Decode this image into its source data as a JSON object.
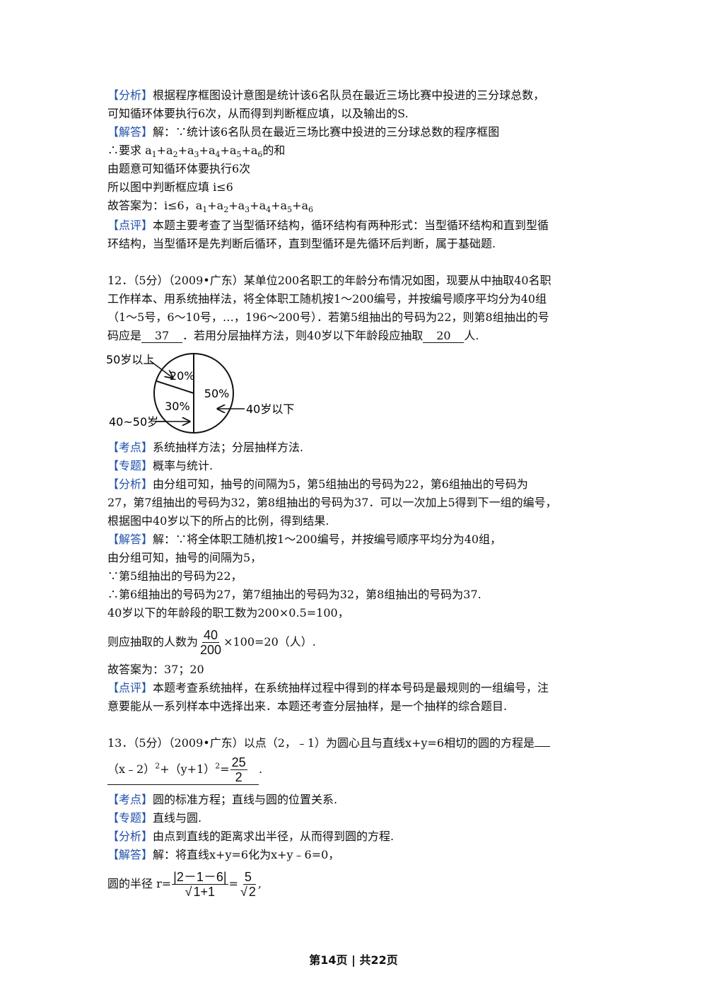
{
  "q11": {
    "analysis_tag": "【分析】",
    "analysis_1": "根据程序框图设计意图是统计该6名队员在最近三场比赛中投进的三分球总数，",
    "analysis_2": "可知循环体要执行6次，从而得到判断框应填，以及输出的S.",
    "solution_tag": "【解答】",
    "solution_1": "解：∵统计该6名队员在最近三场比赛中投进的三分球总数的程序框图",
    "solution_2_prefix": "∴要求",
    "solution_2_suffix": "的和",
    "solution_3": "由题意可知循环体要执行6次",
    "solution_4": "所以图中判断框应填 i≤6",
    "solution_5_prefix": "故答案为：i≤6，",
    "comment_tag": "【点评】",
    "comment_1": "本题主要考查了当型循环结构，循环结构有两种形式：当型循环结构和直到型循",
    "comment_2": "环结构，当型循环是先判断后循环，直到型循环是先循环后判断，属于基础题."
  },
  "q12": {
    "stem_1": "12．（5分）（2009•广东）某单位200名职工的年龄分布情况如图，现要从中抽取40名职",
    "stem_2": "工作样本、用系统抽样法，将全体职工随机按1～200编号，并按编号顺序平均分为40组",
    "stem_3": "（1～5号，6～10号，…，196～200号）．若第5组抽出的号码为22，则第8组抽出的号",
    "stem_4_a": "码应是",
    "answer_1": "37",
    "stem_4_b": "．若用分层抽样方法，则40岁以下年龄段应抽取",
    "answer_2": "20",
    "stem_4_c": "人.",
    "kaodian_tag": "【考点】",
    "kaodian": "系统抽样方法；分层抽样方法.",
    "zhuanti_tag": "【专题】",
    "zhuanti": "概率与统计.",
    "analysis_tag": "【分析】",
    "analysis_1": "由分组可知，抽号的间隔为5，第5组抽出的号码为22，第6组抽出的号码为",
    "analysis_2": "27，第7组抽出的号码为32，第8组抽出的号码为37．可以一次加上5得到下一组的编号，",
    "analysis_3": "根据图中40岁以下的所占的比例，得到结果.",
    "solution_tag": "【解答】",
    "solution_1": "解：∵将全体职工随机按1～200编号，并按编号顺序平均分为40组，",
    "solution_2": "由分组可知，抽号的间隔为5，",
    "solution_3": "∵第5组抽出的号码为22，",
    "solution_4": "∴第6组抽出的号码为27，第7组抽出的号码为32，第8组抽出的号码为37.",
    "solution_5": "40岁以下的年龄段的职工数为200×0.5=100，",
    "solution_6_prefix": "则应抽取的人数为",
    "frac_num": "40",
    "frac_den": "200",
    "solution_6_suffix": "×100=20（人）.",
    "solution_7": "故答案为：37；20",
    "comment_tag": "【点评】",
    "comment_1": "本题考查系统抽样，在系统抽样过程中得到的样本号码是最规则的一组编号，注",
    "comment_2": "意要能从一系列样本中选择出来．本题还考查分层抽样，是一个抽样的综合题目."
  },
  "chart_data": {
    "type": "pie",
    "categories": [
      "50岁以上",
      "40~50岁",
      "40岁以下"
    ],
    "values": [
      20,
      30,
      50
    ],
    "slice_labels": [
      "20%",
      "30%",
      "50%"
    ],
    "title": "",
    "legend": "callouts with arrows"
  },
  "q13": {
    "stem_1": "13．（5分）（2009•广东）以点（2，﹣1）为圆心且与直线x+y=6相切的圆的方程是",
    "answer_a": "（x﹣2）",
    "answer_b": "+（y+1）",
    "answer_c": "=",
    "answer_num": "25",
    "answer_den": "2",
    "answer_end": ".",
    "kaodian_tag": "【考点】",
    "kaodian": "圆的标准方程；直线与圆的位置关系.",
    "zhuanti_tag": "【专题】",
    "zhuanti": "直线与圆.",
    "analysis_tag": "【分析】",
    "analysis_1": "由点到直线的距离求出半径，从而得到圆的方程.",
    "solution_tag": "【解答】",
    "solution_1": "解：将直线x+y=6化为x+y﹣6=0，",
    "solution_2_prefix": "圆的半径 r=",
    "r_num": "|2－1－6|",
    "r_den": "1+1",
    "r_eq": "=",
    "r2_num": "5",
    "r2_den": "2",
    "solution_2_suffix": ","
  },
  "footer": "第14页 | 共22页"
}
